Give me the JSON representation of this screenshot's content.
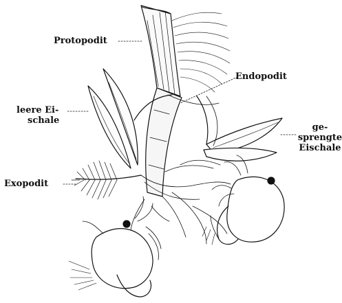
{
  "figure": {
    "labels": {
      "protopodit": "Protopodit",
      "endopodit": "Endopodit",
      "leere_eischale": [
        "leere Ei-",
        "schale"
      ],
      "gesprengte_eischale": [
        "ge-",
        "sprengte",
        "Eischale"
      ],
      "exopodit": "Exopodit"
    },
    "ink_color": "#111111"
  }
}
